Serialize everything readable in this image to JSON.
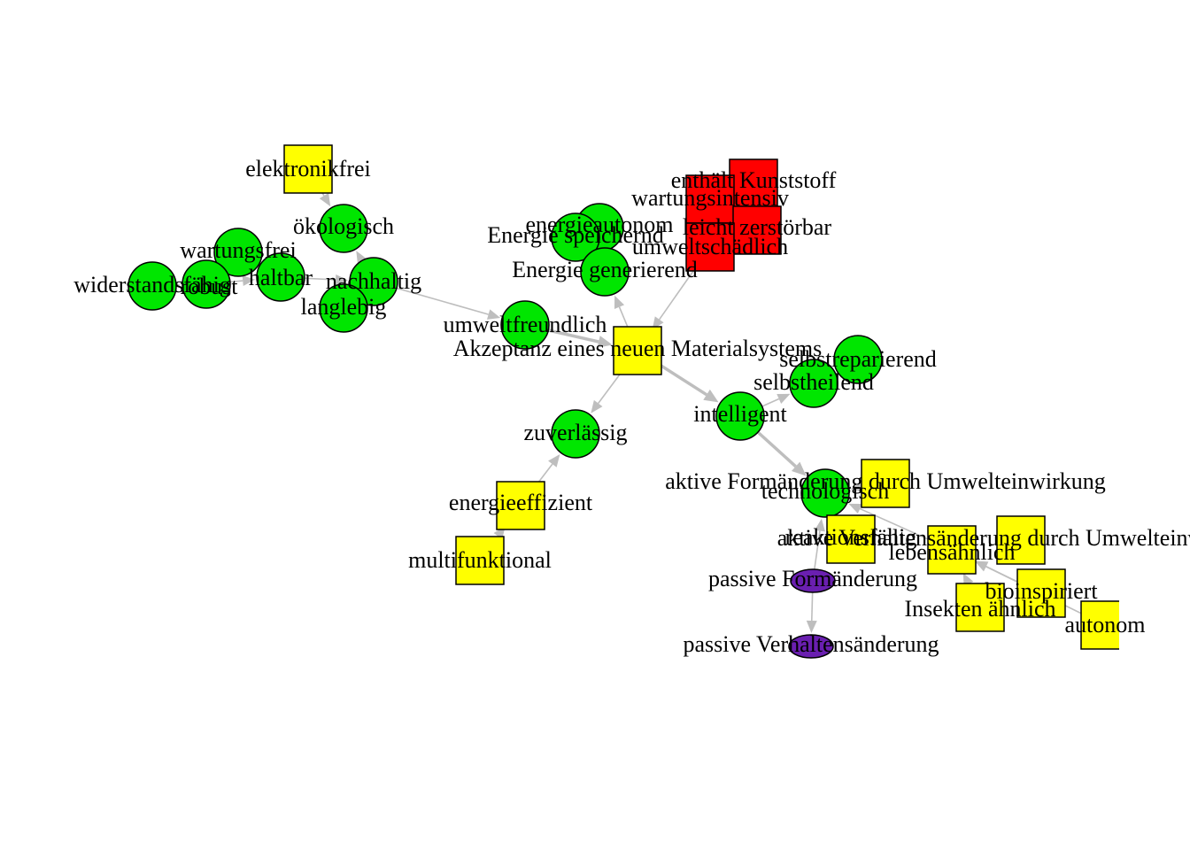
{
  "colors": {
    "green": "#00e600",
    "yellow": "#ffff00",
    "red": "#ff0000",
    "purple": "#6a1fb0",
    "edge": "#bebebe"
  },
  "nodes": {
    "elektronikfrei": {
      "label": "elektronikfrei",
      "shape": "square",
      "color": "yellow"
    },
    "oekologisch": {
      "label": "ökologisch",
      "shape": "circle",
      "color": "green"
    },
    "wartungsfrei": {
      "label": "wartungsfrei",
      "shape": "circle",
      "color": "green"
    },
    "widerstandsfaehig": {
      "label": "widerstandsfähig",
      "shape": "circle",
      "color": "green"
    },
    "robust": {
      "label": "robust",
      "shape": "circle",
      "color": "green"
    },
    "haltbar": {
      "label": "haltbar",
      "shape": "circle",
      "color": "green"
    },
    "nachhaltig": {
      "label": "nachhaltig",
      "shape": "circle",
      "color": "green"
    },
    "langlebig": {
      "label": "langlebig",
      "shape": "circle",
      "color": "green"
    },
    "umweltfreundlich": {
      "label": "umweltfreundlich",
      "shape": "circle",
      "color": "green"
    },
    "akzeptanz": {
      "label": "Akzeptanz eines neuen Materialsystems",
      "shape": "square",
      "color": "yellow"
    },
    "energieautonom": {
      "label": "energieautonom",
      "shape": "circle",
      "color": "green"
    },
    "energie_speichernd": {
      "label": "Energie speichernd",
      "shape": "circle",
      "color": "green"
    },
    "energie_generierend": {
      "label": "Energie generierend",
      "shape": "circle",
      "color": "green"
    },
    "enthaelt_kunststoff": {
      "label": "enthält Kunststoff",
      "shape": "square",
      "color": "red"
    },
    "wartungsintensiv": {
      "label": "wartungsintensiv",
      "shape": "square",
      "color": "red"
    },
    "leicht_zerstoerbar": {
      "label": "leicht zerstörbar",
      "shape": "square",
      "color": "red"
    },
    "umweltschaedlich": {
      "label": "umweltschädlich",
      "shape": "square",
      "color": "red"
    },
    "selbstreparierend": {
      "label": "selbstreparierend",
      "shape": "circle",
      "color": "green"
    },
    "selbstheilend": {
      "label": "selbstheilend",
      "shape": "circle",
      "color": "green"
    },
    "intelligent": {
      "label": "intelligent",
      "shape": "circle",
      "color": "green"
    },
    "zuverlaessig": {
      "label": "zuverlässig",
      "shape": "circle",
      "color": "green"
    },
    "energieeffizient": {
      "label": "energieeffizient",
      "shape": "square",
      "color": "yellow"
    },
    "multifunktional": {
      "label": "multifunktional",
      "shape": "square",
      "color": "yellow"
    },
    "aktive_formaenderung": {
      "label": "aktive Formänderung durch Umwelteinwirkung",
      "shape": "square",
      "color": "yellow"
    },
    "technologisch": {
      "label": "technologisch",
      "shape": "circle",
      "color": "green"
    },
    "aktive_verhaltensaenderung": {
      "label": "aktive Verhaltensänderung durch Umwelteinwirkung",
      "shape": "square",
      "color": "yellow"
    },
    "reaktionsfaehig": {
      "label": "reaktionsfähig",
      "shape": "square",
      "color": "yellow"
    },
    "lebensaehnlich": {
      "label": "lebensähnlich",
      "shape": "square",
      "color": "yellow"
    },
    "passive_formaenderung": {
      "label": "passive Formänderung",
      "shape": "ellipse",
      "color": "purple"
    },
    "passive_verhaltensaenderung": {
      "label": "passive Verhaltensänderung",
      "shape": "ellipse",
      "color": "purple"
    },
    "bioinspiriert": {
      "label": "bioinspiriert",
      "shape": "square",
      "color": "yellow"
    },
    "insekten_aehnlich": {
      "label": "Insekten ähnlich",
      "shape": "square",
      "color": "yellow"
    },
    "autonom": {
      "label": "autonom",
      "shape": "square",
      "color": "yellow"
    }
  },
  "edges": [
    [
      "elektronikfrei",
      "oekologisch",
      1
    ],
    [
      "nachhaltig",
      "oekologisch",
      1
    ],
    [
      "robust",
      "haltbar",
      1
    ],
    [
      "widerstandsfaehig",
      "robust",
      1
    ],
    [
      "wartungsfrei",
      "haltbar",
      1
    ],
    [
      "haltbar",
      "nachhaltig",
      1
    ],
    [
      "langlebig",
      "nachhaltig",
      1
    ],
    [
      "nachhaltig",
      "umweltfreundlich",
      1
    ],
    [
      "umweltfreundlich",
      "akzeptanz",
      2
    ],
    [
      "akzeptanz",
      "energie_generierend",
      1
    ],
    [
      "energie_generierend",
      "energieautonom",
      1
    ],
    [
      "energie_speichernd",
      "energieautonom",
      1
    ],
    [
      "umweltschaedlich",
      "akzeptanz",
      1
    ],
    [
      "akzeptanz",
      "intelligent",
      2
    ],
    [
      "intelligent",
      "selbstheilend",
      1
    ],
    [
      "selbstheilend",
      "selbstreparierend",
      1
    ],
    [
      "akzeptanz",
      "zuverlaessig",
      1
    ],
    [
      "energieeffizient",
      "zuverlaessig",
      1
    ],
    [
      "multifunktional",
      "energieeffizient",
      1
    ],
    [
      "intelligent",
      "technologisch",
      2
    ],
    [
      "aktive_formaenderung",
      "technologisch",
      1
    ],
    [
      "lebensaehnlich",
      "technologisch",
      1
    ],
    [
      "reaktionsfaehig",
      "technologisch",
      1
    ],
    [
      "passive_formaenderung",
      "technologisch",
      1
    ],
    [
      "passive_formaenderung",
      "passive_verhaltensaenderung",
      1
    ],
    [
      "bioinspiriert",
      "lebensaehnlich",
      1
    ],
    [
      "insekten_aehnlich",
      "lebensaehnlich",
      1
    ],
    [
      "autonom",
      "lebensaehnlich",
      1
    ]
  ]
}
